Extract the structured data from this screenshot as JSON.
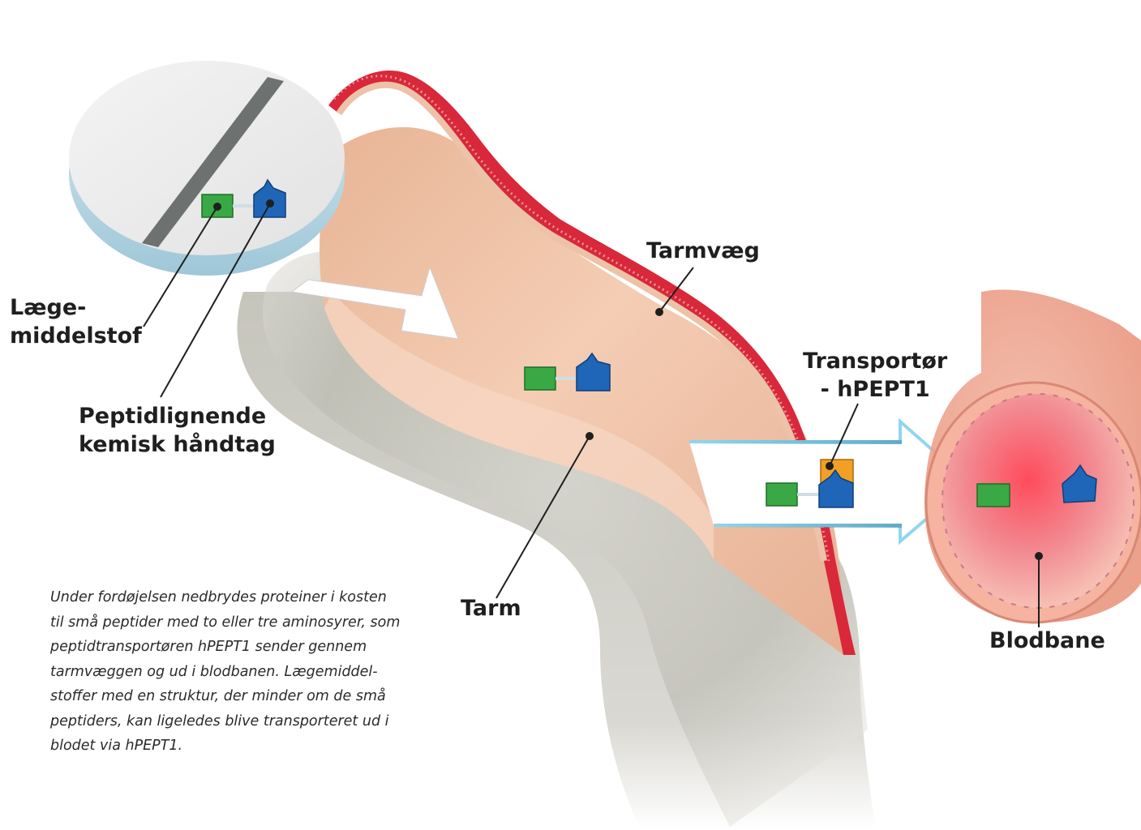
{
  "labels": {
    "laegemiddelstof": [
      "Læge-",
      "middelstof"
    ],
    "peptidlignende": [
      "Peptidlignende",
      "kemisk håndtag"
    ],
    "tarmvaeg": "Tarmvæg",
    "transportor": [
      "Transportør",
      "- hPEPT1"
    ],
    "tarm": "Tarm",
    "blodbane": "Blodbane"
  },
  "caption": [
    "Under fordøjelsen nedbrydes proteiner i kosten",
    "til små peptider med to eller tre aminosyrer, som",
    "peptidtransportøren hPEPT1 sender gennem",
    "tarmvæggen og ud i blodbanen. Lægemiddel-",
    "stoffer med en struktur, der minder om de små",
    "peptiders, kan ligeledes blive transporteret ud i",
    "blodet via hPEPT1."
  ],
  "colors": {
    "drug_green": "#3aa845",
    "handle_blue": "#1f66b8",
    "transporter_orange": "#f2a024",
    "wall_red": "#d8283a",
    "intestine_skin": "#f2c2a6",
    "arrow_outline": "#8fd6ee"
  }
}
